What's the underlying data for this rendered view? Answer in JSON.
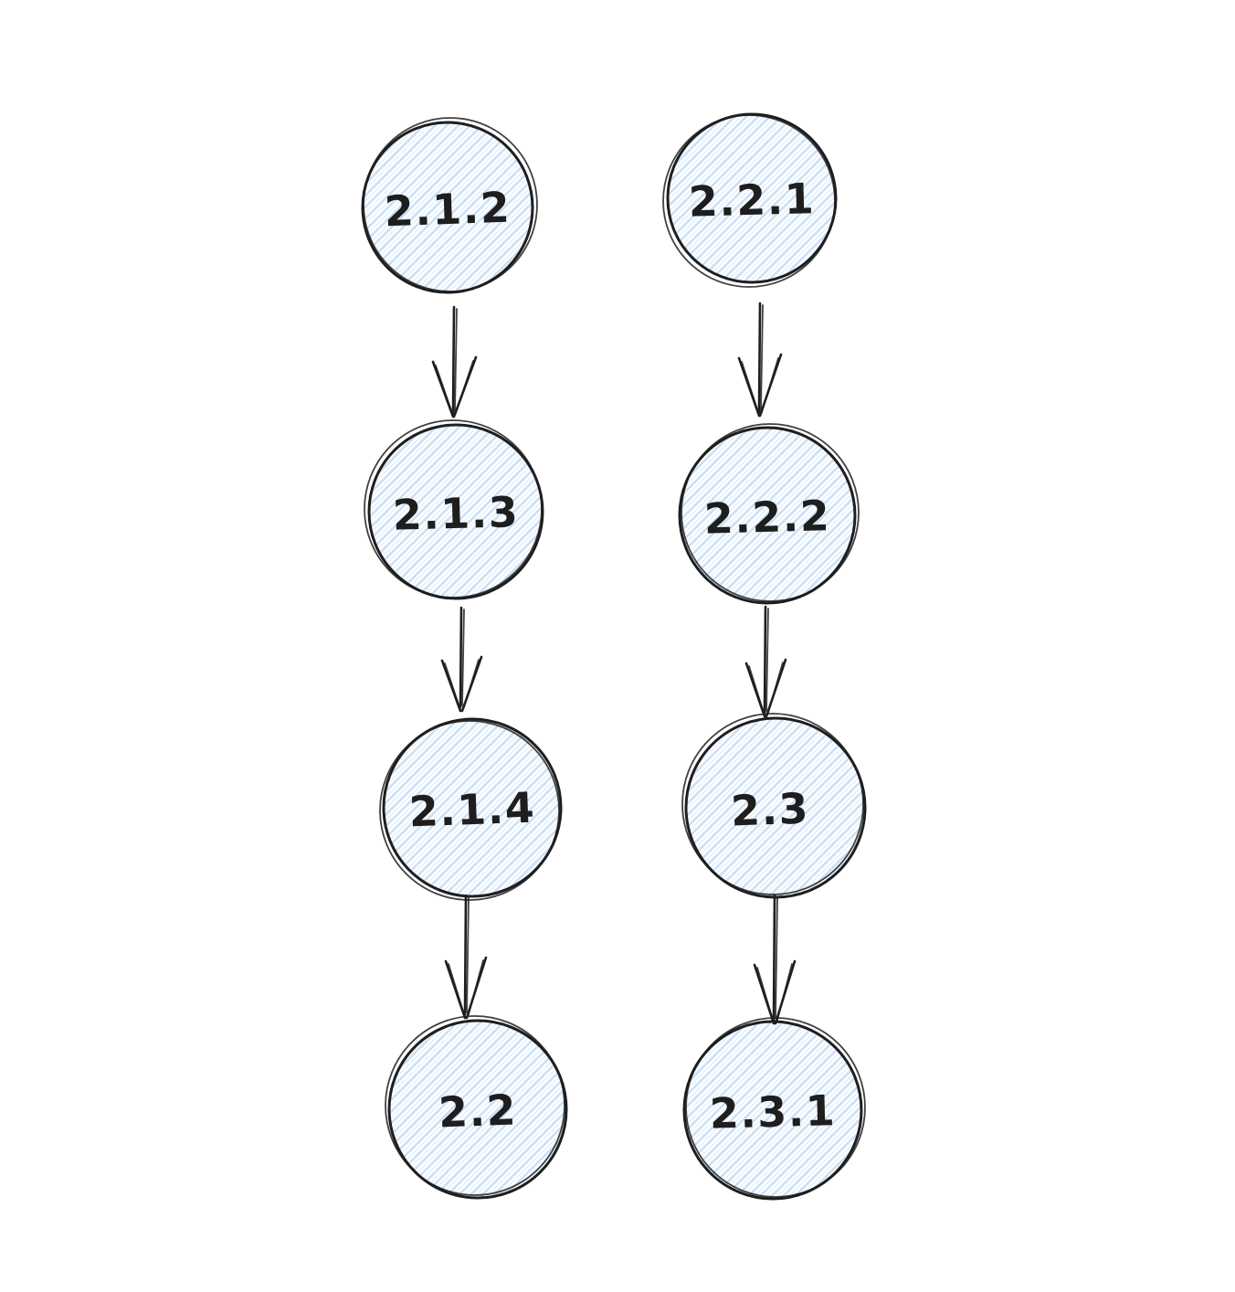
{
  "diagram": {
    "type": "flow-diagram",
    "style": "hand-drawn-sketch",
    "background_color": "#ffffff",
    "node_shape": "circle",
    "node_fill_style": "diagonal-hatch",
    "node_hatch_color": "#c9e0f7",
    "node_stroke_color": "#1e1e1e",
    "label_color": "#1e1e1e",
    "nodes": [
      {
        "id": "2.1.2",
        "label": "2.1.2"
      },
      {
        "id": "2.1.3",
        "label": "2.1.3"
      },
      {
        "id": "2.1.4",
        "label": "2.1.4"
      },
      {
        "id": "2.2",
        "label": "2.2"
      },
      {
        "id": "2.2.1",
        "label": "2.2.1"
      },
      {
        "id": "2.2.2",
        "label": "2.2.2"
      },
      {
        "id": "2.3",
        "label": "2.3"
      },
      {
        "id": "2.3.1",
        "label": "2.3.1"
      }
    ],
    "edges": [
      {
        "from": "2.1.2",
        "to": "2.1.3"
      },
      {
        "from": "2.1.3",
        "to": "2.1.4"
      },
      {
        "from": "2.1.4",
        "to": "2.2"
      },
      {
        "from": "2.2.1",
        "to": "2.2.2"
      },
      {
        "from": "2.2.2",
        "to": "2.3"
      },
      {
        "from": "2.3",
        "to": "2.3.1"
      }
    ],
    "chains": [
      {
        "name": "left-chain",
        "sequence": [
          "2.1.2",
          "2.1.3",
          "2.1.4",
          "2.2"
        ]
      },
      {
        "name": "right-chain",
        "sequence": [
          "2.2.1",
          "2.2.2",
          "2.3",
          "2.3.1"
        ]
      }
    ]
  }
}
